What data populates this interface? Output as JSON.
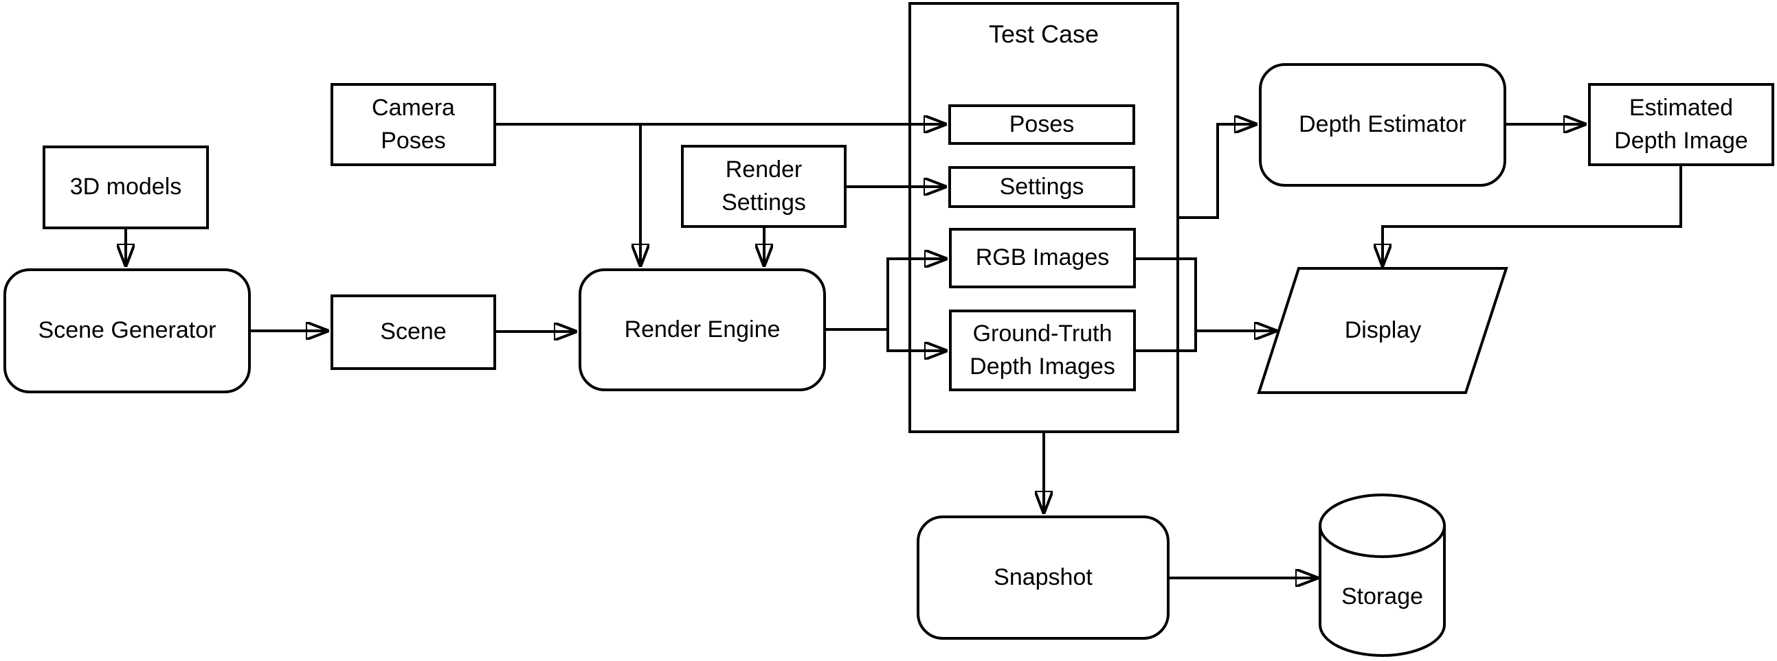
{
  "canvas": {
    "background_color": "#ffffff",
    "stroke_color": "#000000",
    "text_color": "#000000"
  },
  "nodes": {
    "three_d_models": {
      "label": "3D models",
      "shape": "rectangle"
    },
    "scene_generator": {
      "label": "Scene Generator",
      "shape": "rounded-rectangle"
    },
    "camera_poses": {
      "label": "Camera\nPoses",
      "shape": "rectangle"
    },
    "scene": {
      "label": "Scene",
      "shape": "rectangle"
    },
    "render_settings": {
      "label": "Render\nSettings",
      "shape": "rectangle"
    },
    "render_engine": {
      "label": "Render Engine",
      "shape": "rounded-rectangle"
    },
    "test_case": {
      "label": "Test Case",
      "shape": "container-rectangle"
    },
    "poses": {
      "label": "Poses",
      "shape": "rectangle"
    },
    "settings": {
      "label": "Settings",
      "shape": "rectangle"
    },
    "rgb_images": {
      "label": "RGB Images",
      "shape": "rectangle"
    },
    "ground_truth_depth_images": {
      "label": "Ground-Truth\nDepth Images",
      "shape": "rectangle"
    },
    "depth_estimator": {
      "label": "Depth Estimator",
      "shape": "rounded-rectangle"
    },
    "estimated_depth_image": {
      "label": "Estimated\nDepth Image",
      "shape": "rectangle"
    },
    "display": {
      "label": "Display",
      "shape": "parallelogram"
    },
    "snapshot": {
      "label": "Snapshot",
      "shape": "rounded-rectangle"
    },
    "storage": {
      "label": "Storage",
      "shape": "cylinder"
    }
  },
  "edges": [
    {
      "from": "three_d_models",
      "to": "scene_generator"
    },
    {
      "from": "scene_generator",
      "to": "scene"
    },
    {
      "from": "scene",
      "to": "render_engine"
    },
    {
      "from": "camera_poses",
      "to": "poses"
    },
    {
      "from": "camera_poses",
      "to": "render_engine"
    },
    {
      "from": "render_settings",
      "to": "settings"
    },
    {
      "from": "render_settings",
      "to": "render_engine"
    },
    {
      "from": "render_engine",
      "to": "rgb_images"
    },
    {
      "from": "render_engine",
      "to": "ground_truth_depth_images"
    },
    {
      "from": "test_case",
      "to": "depth_estimator"
    },
    {
      "from": "depth_estimator",
      "to": "estimated_depth_image"
    },
    {
      "from": "estimated_depth_image",
      "to": "display"
    },
    {
      "from": "rgb_images",
      "to": "display"
    },
    {
      "from": "ground_truth_depth_images",
      "to": "display"
    },
    {
      "from": "test_case",
      "to": "snapshot"
    },
    {
      "from": "snapshot",
      "to": "storage"
    }
  ]
}
